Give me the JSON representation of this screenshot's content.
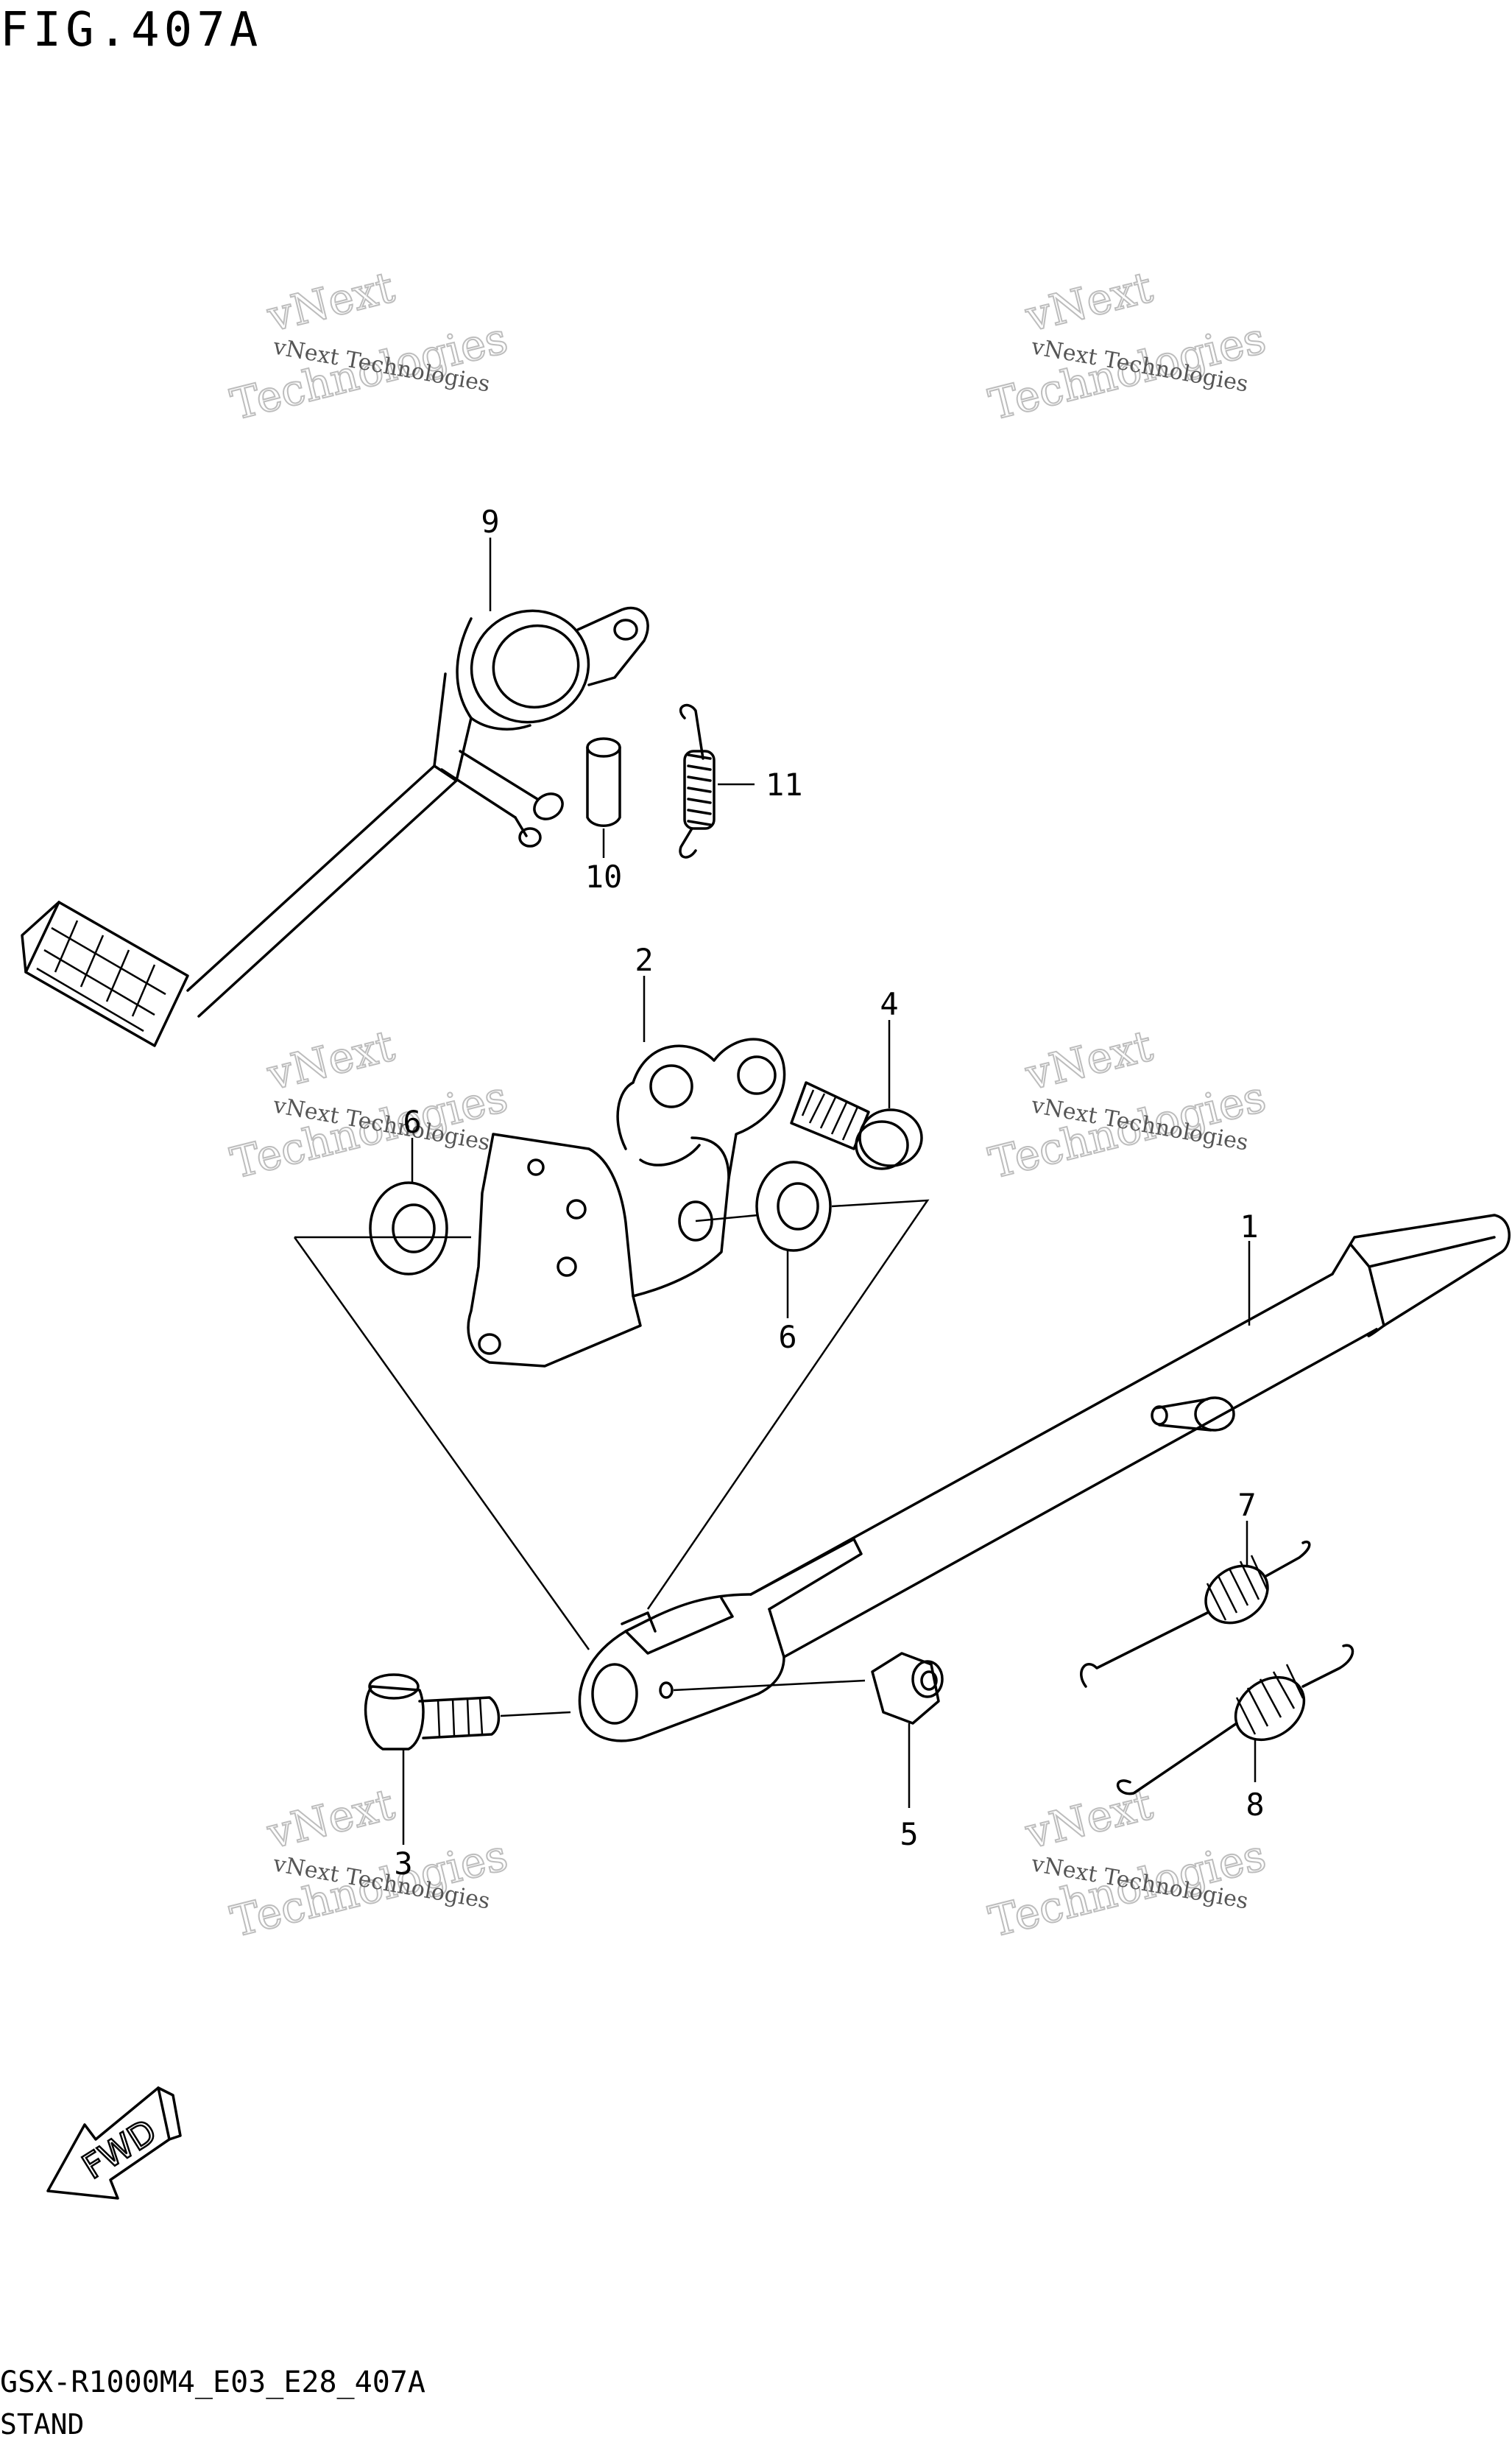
{
  "figure": {
    "title": "FIG.407A",
    "code": "GSX-R1000M4_E03_E28_407A",
    "section_title": "STAND"
  },
  "parts": [
    {
      "id": "part-1",
      "label": "1"
    },
    {
      "id": "part-2",
      "label": "2"
    },
    {
      "id": "part-3",
      "label": "3"
    },
    {
      "id": "part-4",
      "label": "4"
    },
    {
      "id": "part-5",
      "label": "5"
    },
    {
      "id": "part-6a",
      "label": "6"
    },
    {
      "id": "part-6b",
      "label": "6"
    },
    {
      "id": "part-7",
      "label": "7"
    },
    {
      "id": "part-8",
      "label": "8"
    },
    {
      "id": "part-9",
      "label": "9"
    },
    {
      "id": "part-10",
      "label": "10"
    },
    {
      "id": "part-11",
      "label": "11"
    }
  ],
  "watermark": {
    "line1": "vNext Technologies",
    "line2": "vNext",
    "line3": "Technologies"
  },
  "direction_arrow": {
    "label": "FWD"
  }
}
